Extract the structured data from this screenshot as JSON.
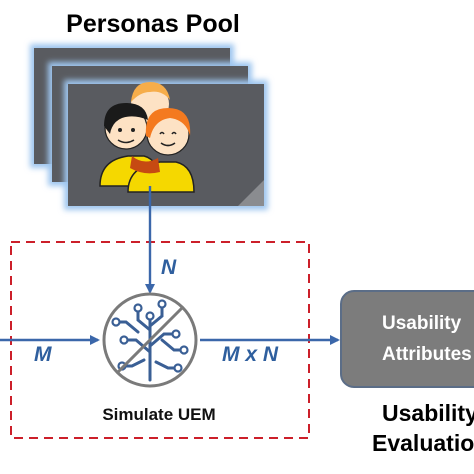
{
  "diagram": {
    "pool_title": "Personas Pool",
    "input_label_n": "N",
    "input_label_m": "M",
    "output_label": "M x N",
    "simulate_label": "Simulate UEM",
    "result_box": {
      "line1": "Usability",
      "line2": "Attributes"
    },
    "evaluation": {
      "line1": "Usability",
      "line2": "Evaluation"
    }
  },
  "colors": {
    "arrow": "#3b67aa",
    "label_blue": "#2f5f9e",
    "dashed_border": "#cc1f2a",
    "card_fill": "#595b60",
    "card_glow": "#9fc6ef",
    "result_box_fill": "#7c7c7c",
    "face_yellow": "#f5d800",
    "hair_orange": "#f47a1f"
  },
  "icons": {
    "personas": "group-of-three-persons-icon",
    "simulator": "circuit-tree-with-prohibition-icon"
  }
}
